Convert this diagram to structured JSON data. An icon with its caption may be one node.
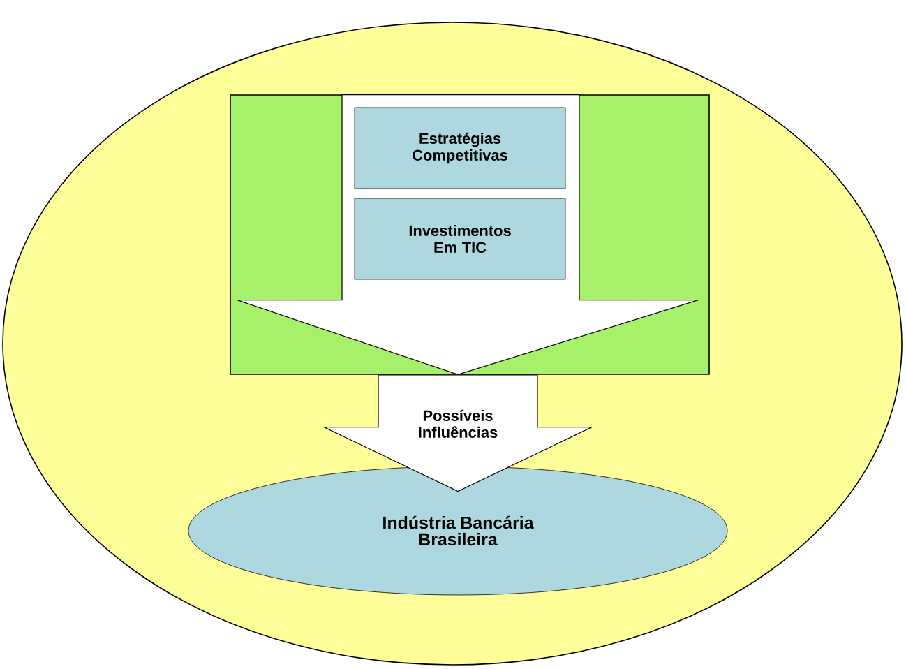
{
  "diagram": {
    "nodes": [
      {
        "text": [],
        "shape": "ellipse"
      },
      {
        "text": [],
        "shape": "box",
        "in": 0
      },
      {
        "text": [],
        "shape": "arrow",
        "in": 1
      },
      {
        "text": [
          "Estratégias Competitivas"
        ],
        "in": 2
      },
      {
        "text": [
          "Investimentos Em TIC"
        ],
        "in": 2
      },
      {
        "text": [
          "Indústria Bancária Brasileira"
        ],
        "in": 0
      }
    ],
    "edges": [
      {
        "from": 1,
        "to": 5,
        "arrow": "to",
        "label": "Possíveis Influências"
      }
    ]
  }
}
